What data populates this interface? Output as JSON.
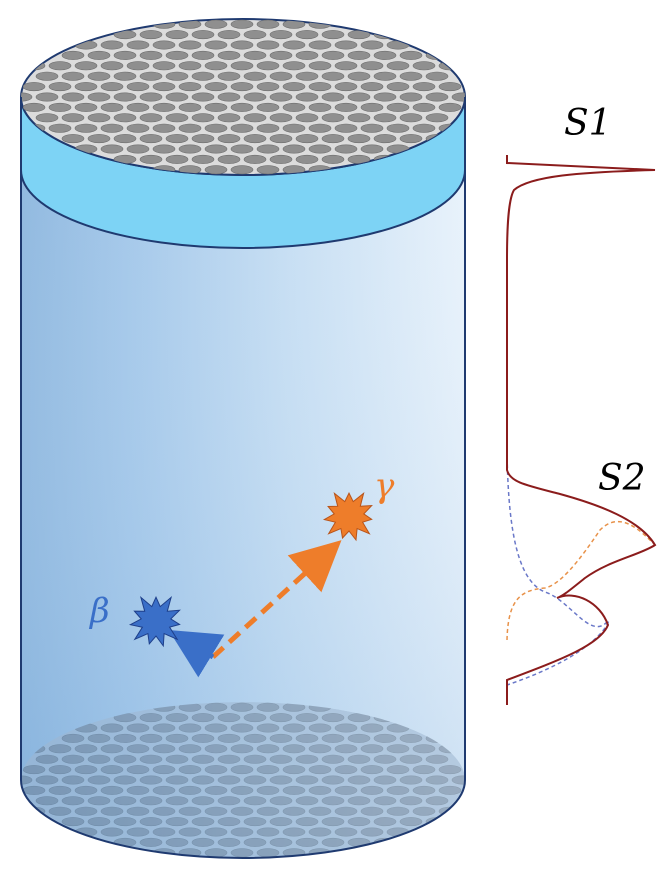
{
  "labels": {
    "s1": "S1",
    "s2": "S2",
    "beta": "β",
    "gamma": "γ"
  },
  "colors": {
    "beta": "#3a6fc8",
    "gamma": "#ee7d2a",
    "trace_main": "#8b1c1c",
    "trace_beta": "#6a78c8",
    "trace_gamma": "#e8924a",
    "cap_ring": "#7dd3f5",
    "outline": "#1f3a70"
  },
  "icons": {
    "beta_event": "burst-icon",
    "gamma_event": "burst-icon",
    "top_array": "pmt-array-icon",
    "bottom_array": "pmt-array-icon"
  }
}
